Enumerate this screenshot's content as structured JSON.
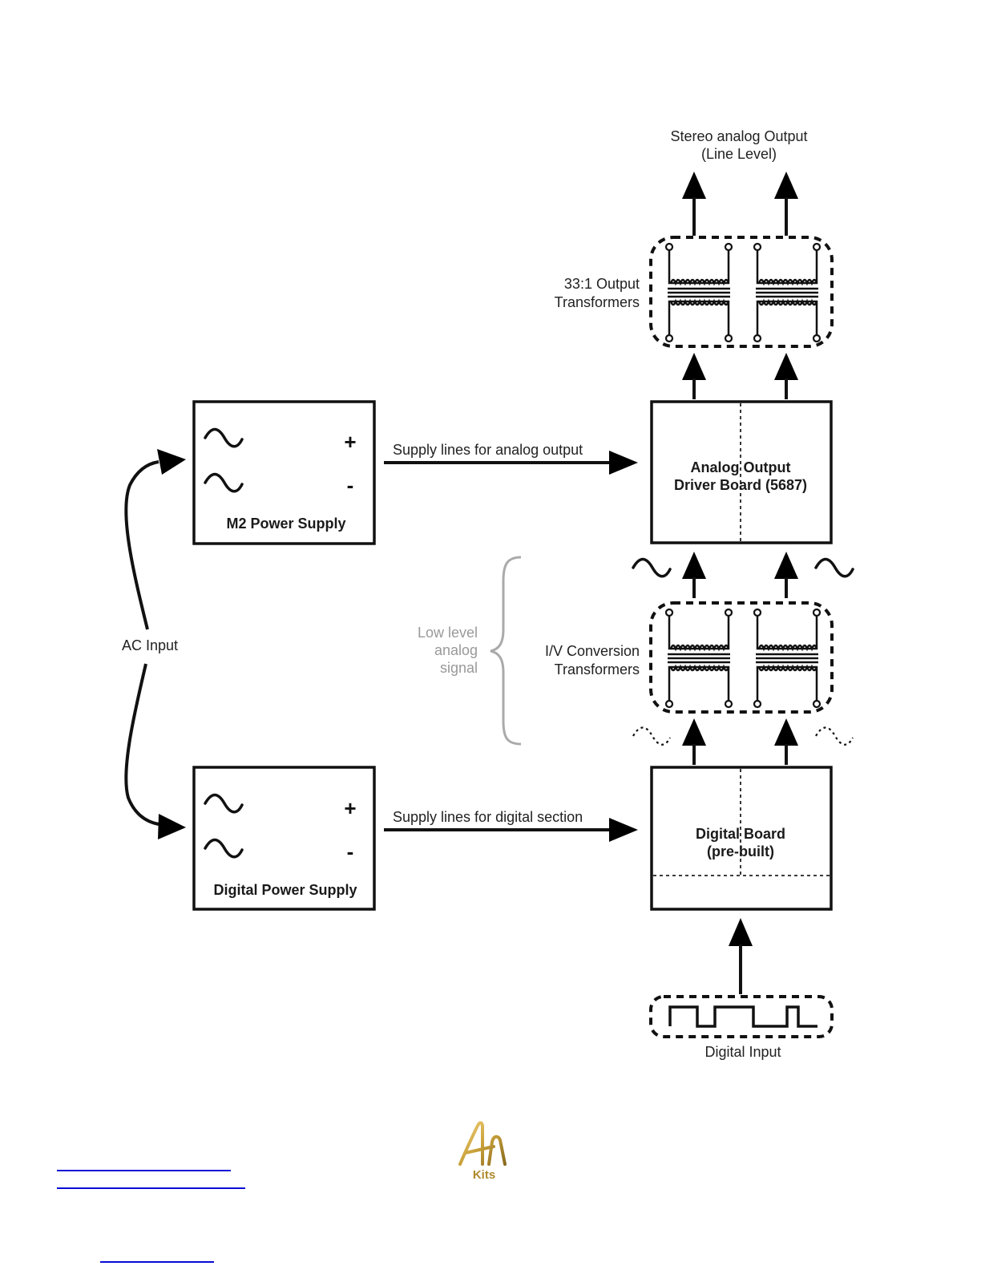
{
  "diagram": {
    "title_output": [
      "Stereo analog Output",
      "(Line Level)"
    ],
    "output_transformers_label": [
      "33:1 Output",
      "Transformers"
    ],
    "iv_transformers_label": [
      "I/V Conversion",
      "Transformers"
    ],
    "low_level_label": [
      "Low level",
      "analog",
      "signal"
    ],
    "ac_input_label": "AC Input",
    "m2_supply": {
      "title": "M2 Power Supply",
      "plus": "+",
      "minus": "-"
    },
    "digital_supply": {
      "title": "Digital Power Supply",
      "plus": "+",
      "minus": "-"
    },
    "analog_supply_arrow_label": "Supply lines for analog output",
    "digital_supply_arrow_label": "Supply lines for digital section",
    "driver_board_label": [
      "Analog Output",
      "Driver Board (5687)"
    ],
    "digital_board_label": [
      "Digital Board",
      "(pre-built)"
    ],
    "digital_input_label": "Digital Input"
  },
  "footer": {
    "links": [
      "",
      "",
      ""
    ],
    "logo": {
      "name": "AN Kits logo",
      "text": "Kits",
      "color": "#c9a13a"
    },
    "link_color": "#0a0ad6"
  }
}
